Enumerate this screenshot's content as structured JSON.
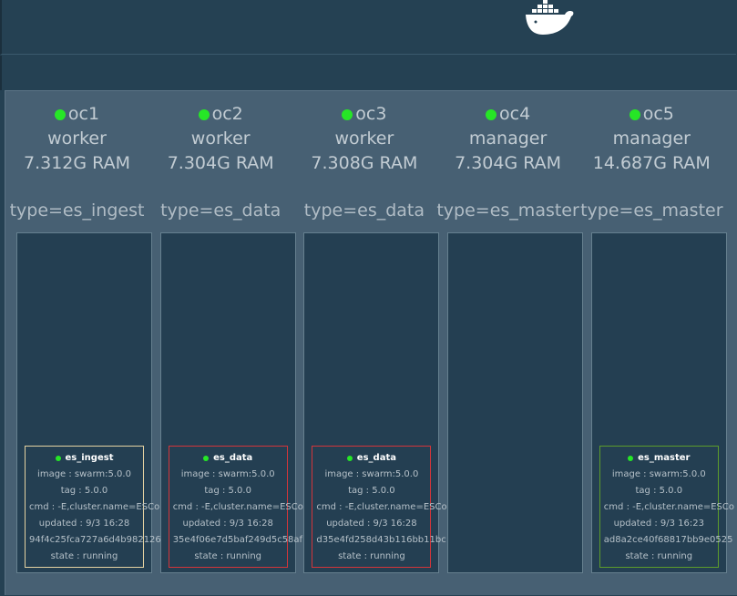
{
  "colors": {
    "background": "#254153",
    "cluster_panel": "#476073",
    "status_green": "#26e626",
    "ingest_border": "#e5d2a2",
    "data_border": "#d3353a",
    "master_border": "#5d9c2b"
  },
  "nodes": [
    {
      "name": "oc1",
      "role": "worker",
      "ram": "7.312G RAM",
      "label": "type=es_ingest",
      "task": {
        "name": "es_ingest",
        "image": "image : swarm:5.0.0",
        "tag": "tag : 5.0.0",
        "cmd": "cmd : -E,cluster.name=ESCo",
        "updated": "updated : 9/3 16:28",
        "id": "94f4c25fca727a6d4b982126",
        "state": "state : running",
        "border": "#e5d2a2"
      }
    },
    {
      "name": "oc2",
      "role": "worker",
      "ram": "7.304G RAM",
      "label": "type=es_data",
      "task": {
        "name": "es_data",
        "image": "image : swarm:5.0.0",
        "tag": "tag : 5.0.0",
        "cmd": "cmd : -E,cluster.name=ESCo",
        "updated": "updated : 9/3 16:28",
        "id": "35e4f06e7d5baf249d5c58af",
        "state": "state : running",
        "border": "#d3353a"
      }
    },
    {
      "name": "oc3",
      "role": "worker",
      "ram": "7.308G RAM",
      "label": "type=es_data",
      "task": {
        "name": "es_data",
        "image": "image : swarm:5.0.0",
        "tag": "tag : 5.0.0",
        "cmd": "cmd : -E,cluster.name=ESCo",
        "updated": "updated : 9/3 16:28",
        "id": "d35e4fd258d43b116bb11bc",
        "state": "state : running",
        "border": "#d3353a"
      }
    },
    {
      "name": "oc4",
      "role": "manager",
      "ram": "7.304G RAM",
      "label": "type=es_master",
      "task": null
    },
    {
      "name": "oc5",
      "role": "manager",
      "ram": "14.687G RAM",
      "label": "type=es_master",
      "task": {
        "name": "es_master",
        "image": "image : swarm:5.0.0",
        "tag": "tag : 5.0.0",
        "cmd": "cmd : -E,cluster.name=ESCo",
        "updated": "updated : 9/3 16:23",
        "id": "ad8a2ce40f68817bb9e0525",
        "state": "state : running",
        "border": "#5d9c2b"
      }
    }
  ]
}
